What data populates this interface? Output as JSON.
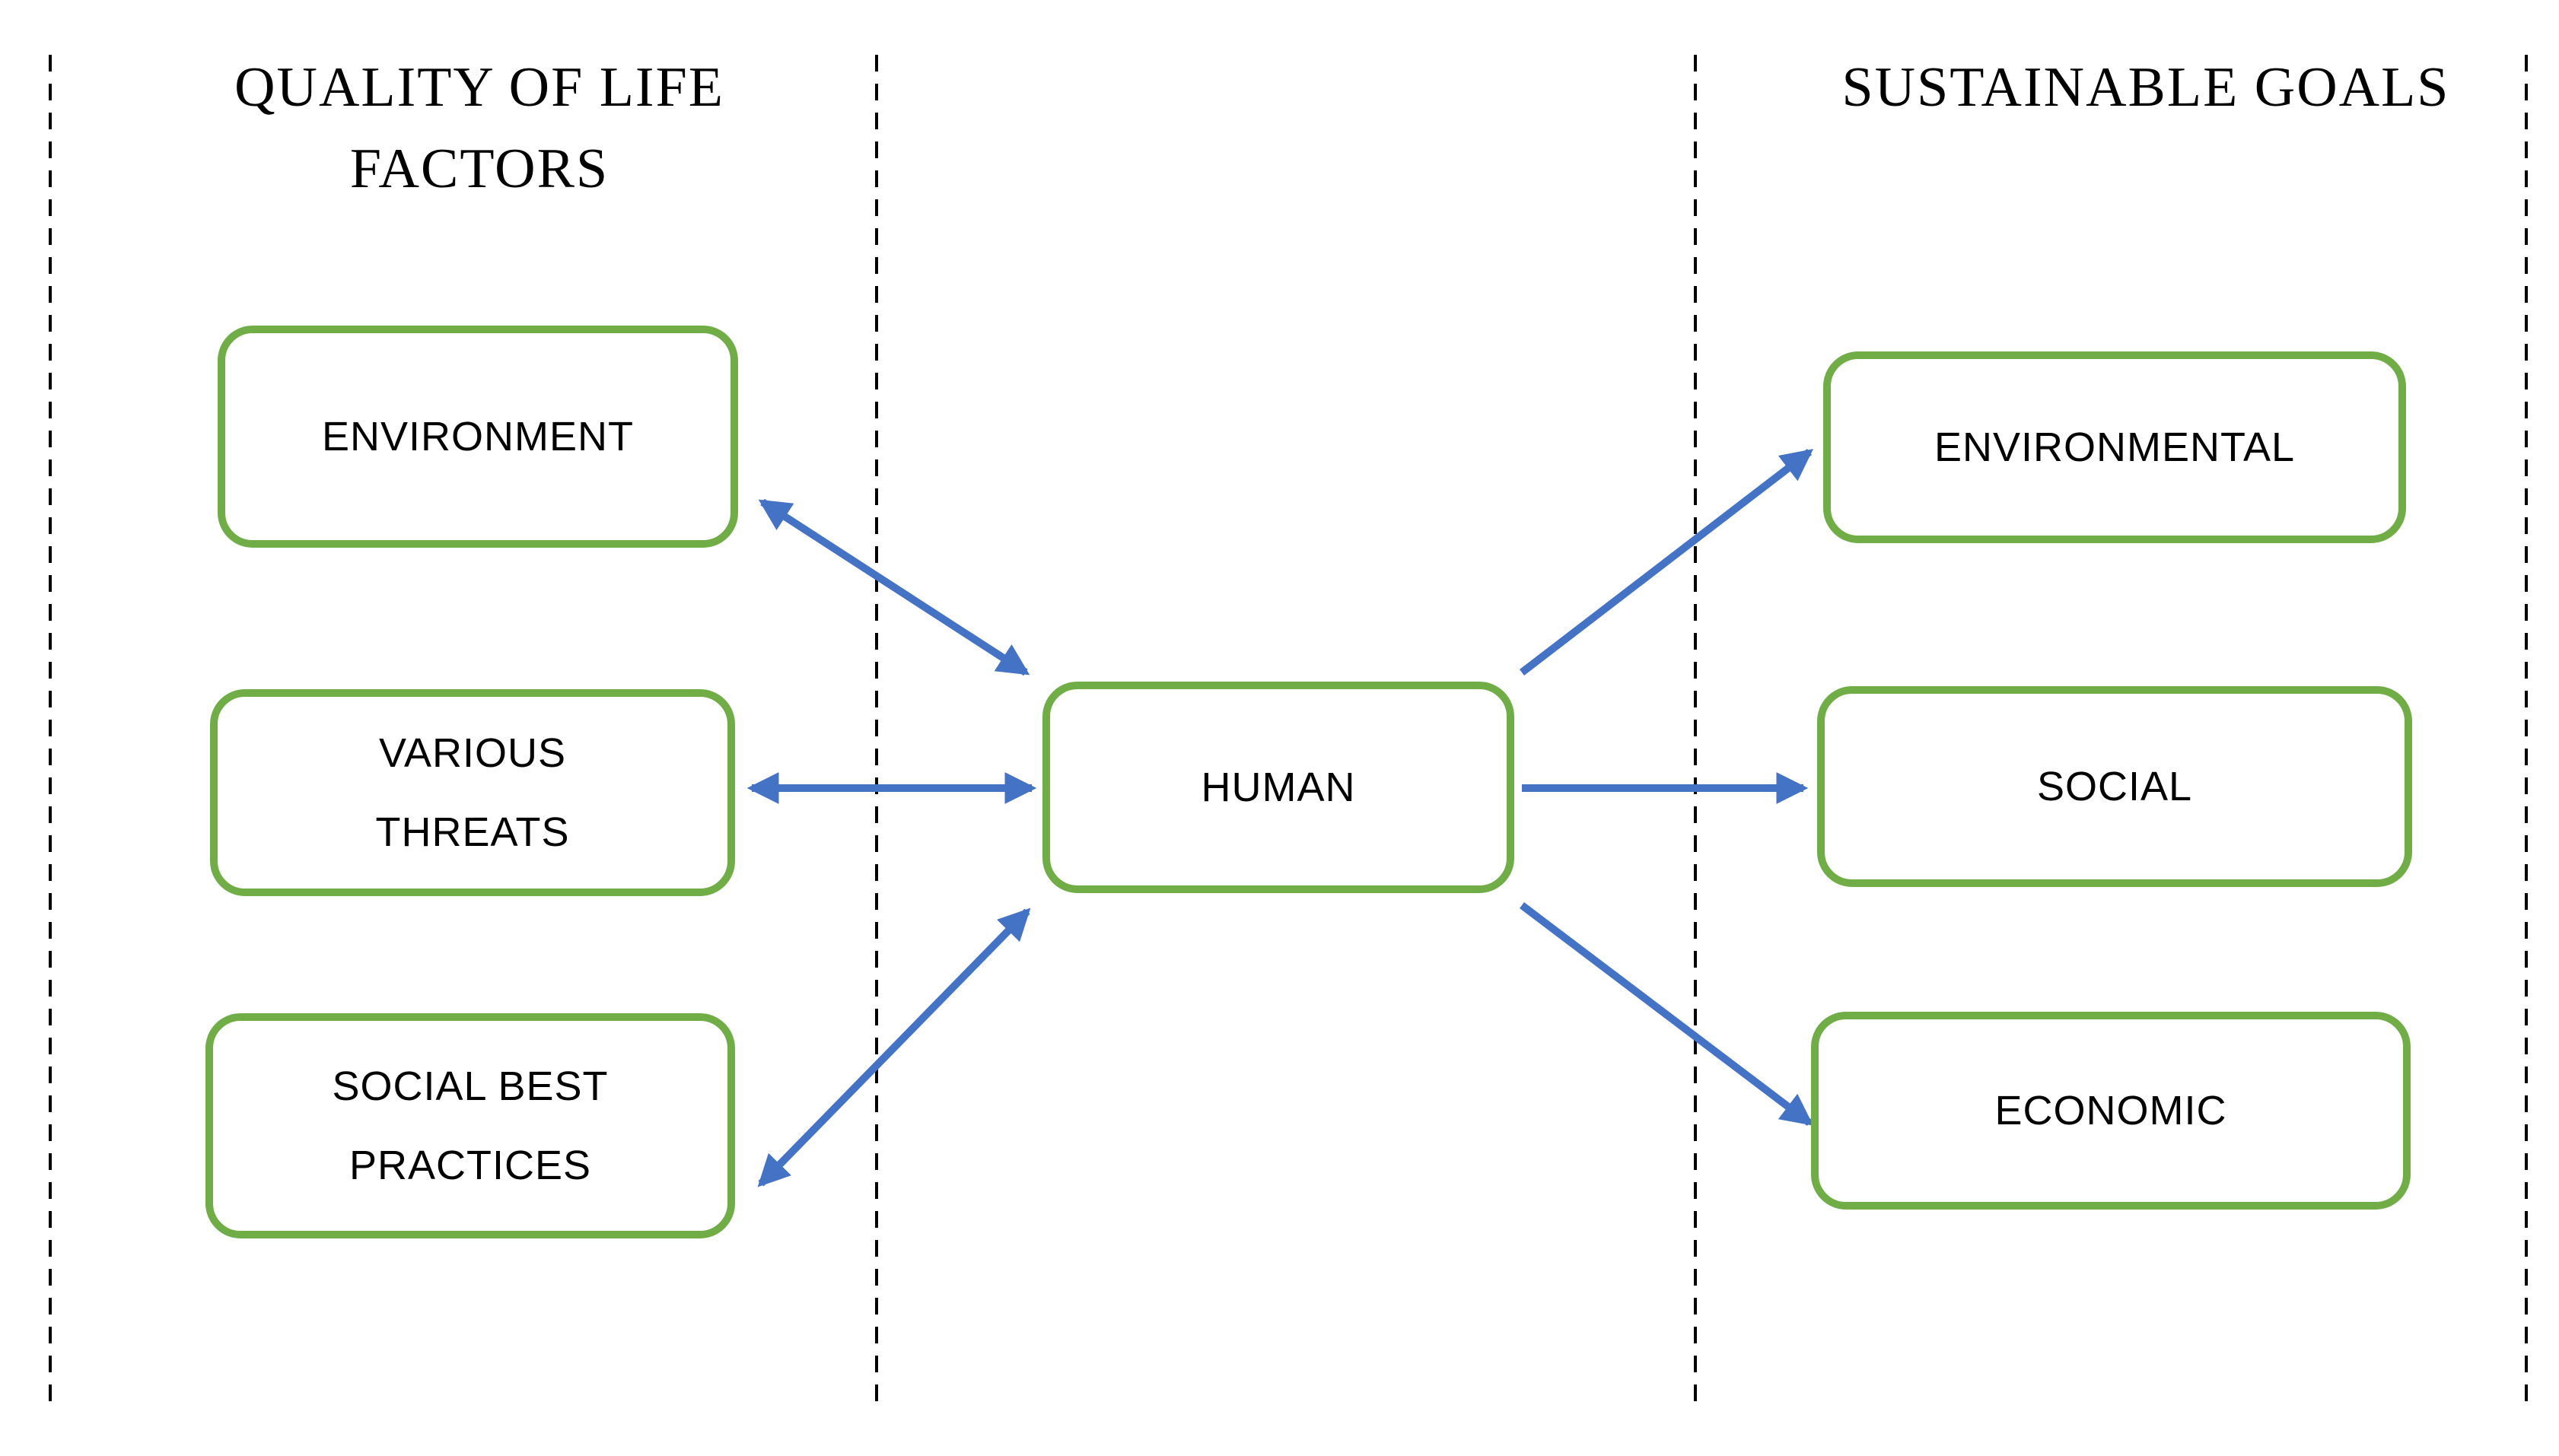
{
  "titles": {
    "left": "QUALITY OF LIFE FACTORS",
    "right": "SUSTAINABLE GOALS"
  },
  "quality_of_life_factors": [
    {
      "label": "ENVIRONMENT"
    },
    {
      "label": "VARIOUS THREATS"
    },
    {
      "label": "SOCIAL BEST PRACTICES"
    }
  ],
  "center": {
    "label": "HUMAN"
  },
  "sustainable_goals": [
    {
      "label": "ENVIRONMENTAL"
    },
    {
      "label": "SOCIAL"
    },
    {
      "label": "ECONOMIC"
    }
  ],
  "connections": [
    {
      "from": "ENVIRONMENT",
      "to": "HUMAN",
      "direction": "bidirectional"
    },
    {
      "from": "VARIOUS THREATS",
      "to": "HUMAN",
      "direction": "bidirectional"
    },
    {
      "from": "SOCIAL BEST PRACTICES",
      "to": "HUMAN",
      "direction": "bidirectional"
    },
    {
      "from": "HUMAN",
      "to": "ENVIRONMENTAL",
      "direction": "one-way"
    },
    {
      "from": "HUMAN",
      "to": "SOCIAL",
      "direction": "one-way"
    },
    {
      "from": "HUMAN",
      "to": "ECONOMIC",
      "direction": "one-way"
    }
  ],
  "colors": {
    "box_border": "#70AD47",
    "arrow": "#4472C4",
    "divider": "#000000",
    "text": "#000000"
  }
}
